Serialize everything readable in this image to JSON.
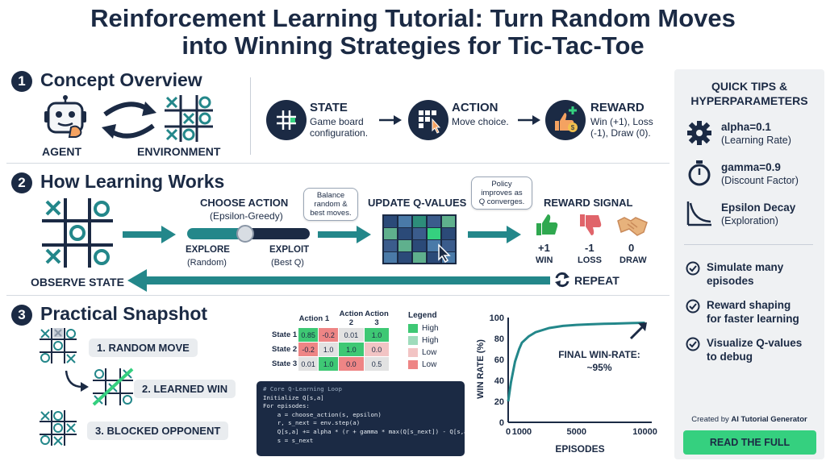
{
  "title_line1": "Reinforcement Learning Tutorial: Turn Random Moves",
  "title_line2": "into Winning Strategies for Tic-Tac-Toe",
  "section1": {
    "number": "1",
    "title": "Concept Overview",
    "agent_label": "AGENT",
    "environment_label": "ENVIRONMENT",
    "steps": [
      {
        "title": "STATE",
        "desc_line1": "Game board",
        "desc_line2": "configuration."
      },
      {
        "title": "ACTION",
        "desc_line1": "Move choice.",
        "desc_line2": ""
      },
      {
        "title": "REWARD",
        "desc_line1": "Win (+1), Loss",
        "desc_line2": "(-1), Draw (0)."
      }
    ]
  },
  "section2": {
    "number": "2",
    "title": "How Learning Works",
    "observe_label": "OBSERVE STATE",
    "choose_title": "CHOOSE ACTION",
    "choose_sub": "(Epsilon-Greedy)",
    "explore_label": "EXPLORE",
    "explore_sub": "(Random)",
    "exploit_label": "EXPLOIT",
    "exploit_sub": "(Best Q)",
    "balance_bubble": [
      "Balance",
      "random &",
      "best moves."
    ],
    "update_title": "UPDATE Q-VALUES",
    "policy_bubble": [
      "Policy",
      "improves as",
      "Q converges."
    ],
    "reward_title": "REWARD SIGNAL",
    "rewards": [
      {
        "value": "+1",
        "label": "WIN",
        "color": "#2fa84f"
      },
      {
        "value": "-1",
        "label": "LOSS",
        "color": "#e0646a"
      },
      {
        "value": "0",
        "label": "DRAW",
        "color": "#c98a5a"
      }
    ],
    "repeat_label": "REPEAT"
  },
  "section3": {
    "number": "3",
    "title": "Practical Snapshot",
    "steps": [
      "1. RANDOM MOVE",
      "2. LEARNED WIN",
      "3. BLOCKED OPPONENT"
    ],
    "qtable": {
      "columns": [
        "Action 1",
        "Action 2",
        "Action 3"
      ],
      "rows": [
        {
          "state": "State 1",
          "cells": [
            {
              "v": "0.85",
              "c": "#3ec874"
            },
            {
              "v": "-0.2",
              "c": "#ee8585"
            },
            {
              "v": "0.01",
              "c": "#e2e2e2"
            },
            {
              "v": "1.0",
              "c": "#3ec874"
            }
          ]
        },
        {
          "state": "State 2",
          "cells": [
            {
              "v": "-0.2",
              "c": "#ee8585"
            },
            {
              "v": "1.0",
              "c": "#e2e2e2"
            },
            {
              "v": "1.0",
              "c": "#3ec874"
            },
            {
              "v": "0.0",
              "c": "#f2c4c4"
            }
          ]
        },
        {
          "state": "State 3",
          "cells": [
            {
              "v": "0.01",
              "c": "#e2e2e2"
            },
            {
              "v": "1.0",
              "c": "#3ec874"
            },
            {
              "v": "0.0",
              "c": "#ee8585"
            },
            {
              "v": "0.5",
              "c": "#e2e2e2"
            }
          ]
        }
      ],
      "legend_title": "Legend",
      "legend": [
        {
          "label": "High",
          "color": "#3ec874"
        },
        {
          "label": "High",
          "color": "#9fdcbc"
        },
        {
          "label": "Low",
          "color": "#f2c4c4"
        },
        {
          "label": "Low",
          "color": "#ee8585"
        }
      ]
    },
    "code_lines": [
      "# Core Q-Learning Loop",
      "Initialize Q[s,a]",
      "For episodes:",
      "    a = choose_action(s, epsilon)",
      "    r, s_next = env.step(a)",
      "    Q[s,a] += alpha * (r + gamma * max(Q[s_next]) - Q[s,a])",
      "    s = s_next"
    ]
  },
  "chart_data": {
    "type": "line",
    "title": "",
    "xlabel": "EPISODES",
    "ylabel": "WIN RATE (%)",
    "xlim": [
      0,
      10500
    ],
    "ylim": [
      0,
      100
    ],
    "xticks": [
      0,
      1000,
      5000,
      10000
    ],
    "yticks": [
      0,
      20,
      40,
      60,
      80,
      100
    ],
    "x": [
      0,
      200,
      500,
      800,
      1000,
      1500,
      2000,
      3000,
      4000,
      5000,
      6000,
      7000,
      8000,
      9000,
      10000
    ],
    "values": [
      20,
      38,
      58,
      70,
      76,
      82,
      86,
      90,
      92,
      93,
      93.5,
      94,
      94.3,
      94.7,
      95
    ],
    "annotation_line1": "FINAL WIN-RATE:",
    "annotation_line2": "~95%",
    "line_color": "#23878a"
  },
  "sidebar": {
    "heading_line1": "QUICK TIPS &",
    "heading_line2": "HYPERPARAMETERS",
    "params": [
      {
        "name": "alpha=0.1",
        "desc": "(Learning Rate)",
        "icon": "gear-icon"
      },
      {
        "name": "gamma=0.9",
        "desc": "(Discount Factor)",
        "icon": "stopwatch-icon"
      },
      {
        "name": "Epsilon Decay",
        "desc": "(Exploration)",
        "icon": "decay-curve-icon"
      }
    ],
    "tips": [
      {
        "line1": "Simulate many",
        "line2": "episodes"
      },
      {
        "line1": "Reward shaping",
        "line2": "for faster learning"
      },
      {
        "line1": "Visualize Q-values",
        "line2": "to debug"
      }
    ],
    "created_prefix": "Created by ",
    "created_name": "AI Tutorial Generator",
    "cta_label": "READ THE FULL TUTORIAL"
  },
  "colors": {
    "navy": "#1b2a44",
    "teal": "#23878a",
    "green": "#35d07f"
  }
}
